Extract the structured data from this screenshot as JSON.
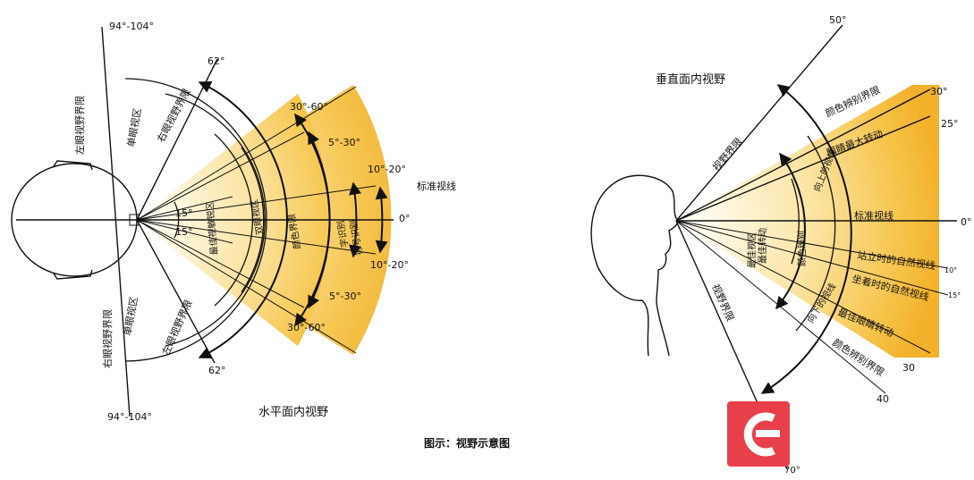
{
  "caption": "图示：视野示意图",
  "horizontal": {
    "title": "水平面内视野",
    "angles": {
      "a94_top": "94°-104°",
      "a94_bottom": "94°-104°",
      "a62_top": "62°",
      "a62_bottom": "62°",
      "a30_60_top": "30°-60°",
      "a30_60_bottom": "30°-60°",
      "a5_30_top": "5°-30°",
      "a5_30_bottom": "5°-30°",
      "a10_20_top": "10°-20°",
      "a10_20_bottom": "10°-20°",
      "a15_top": "15°",
      "a15_bottom": "15°",
      "a0": "0°"
    },
    "labels": {
      "left_eye_limit": "左眼视野界限",
      "right_eye_limit": "右眼视野界限",
      "mono_zone_top": "单眼视区",
      "mono_zone_bottom": "单眼视区",
      "right_eye_limit_inner": "右眼视野界限",
      "left_eye_limit_inner": "左眼视野界限",
      "sensitive_zone": "最佳视敏锐区",
      "word_recognition": "字识别",
      "symbol_recognition": "符号识别",
      "color_limit": "颜色界限",
      "binocular_zone": "双眼视区",
      "standard_line": "标准视线"
    }
  },
  "vertical": {
    "title": "垂直面内视野",
    "angles": {
      "a50": "50°",
      "a30": "30°",
      "a25": "25°",
      "a0": "0°",
      "a10": "10°",
      "a15": "15°",
      "a30b": "30",
      "a40": "40",
      "a70": "70°"
    },
    "labels": {
      "vision_limit_top": "视野界限",
      "vision_limit_bottom": "视野界限",
      "color_limit_top": "颜色辨别界限",
      "color_limit_bottom": "颜色辨别界限",
      "eye_max_rotation_top": "眼睛最大转动",
      "eye_max_rotation_bottom": "最佳眼睛转动",
      "upward_line": "向上的视线",
      "downward_line": "向下的视线",
      "standard_line": "标准视线",
      "standing_natural": "站立时的自然视线",
      "sitting_natural": "坐着时的自然视线",
      "optimal_zone": "最佳视区",
      "color_discrimination": "颜色辨别",
      "optimal_rotation": "最佳转动"
    }
  },
  "colors": {
    "sector_inner": "#fffbe8",
    "sector_outer": "#f2b21e",
    "logo_red": "#e8404a"
  }
}
